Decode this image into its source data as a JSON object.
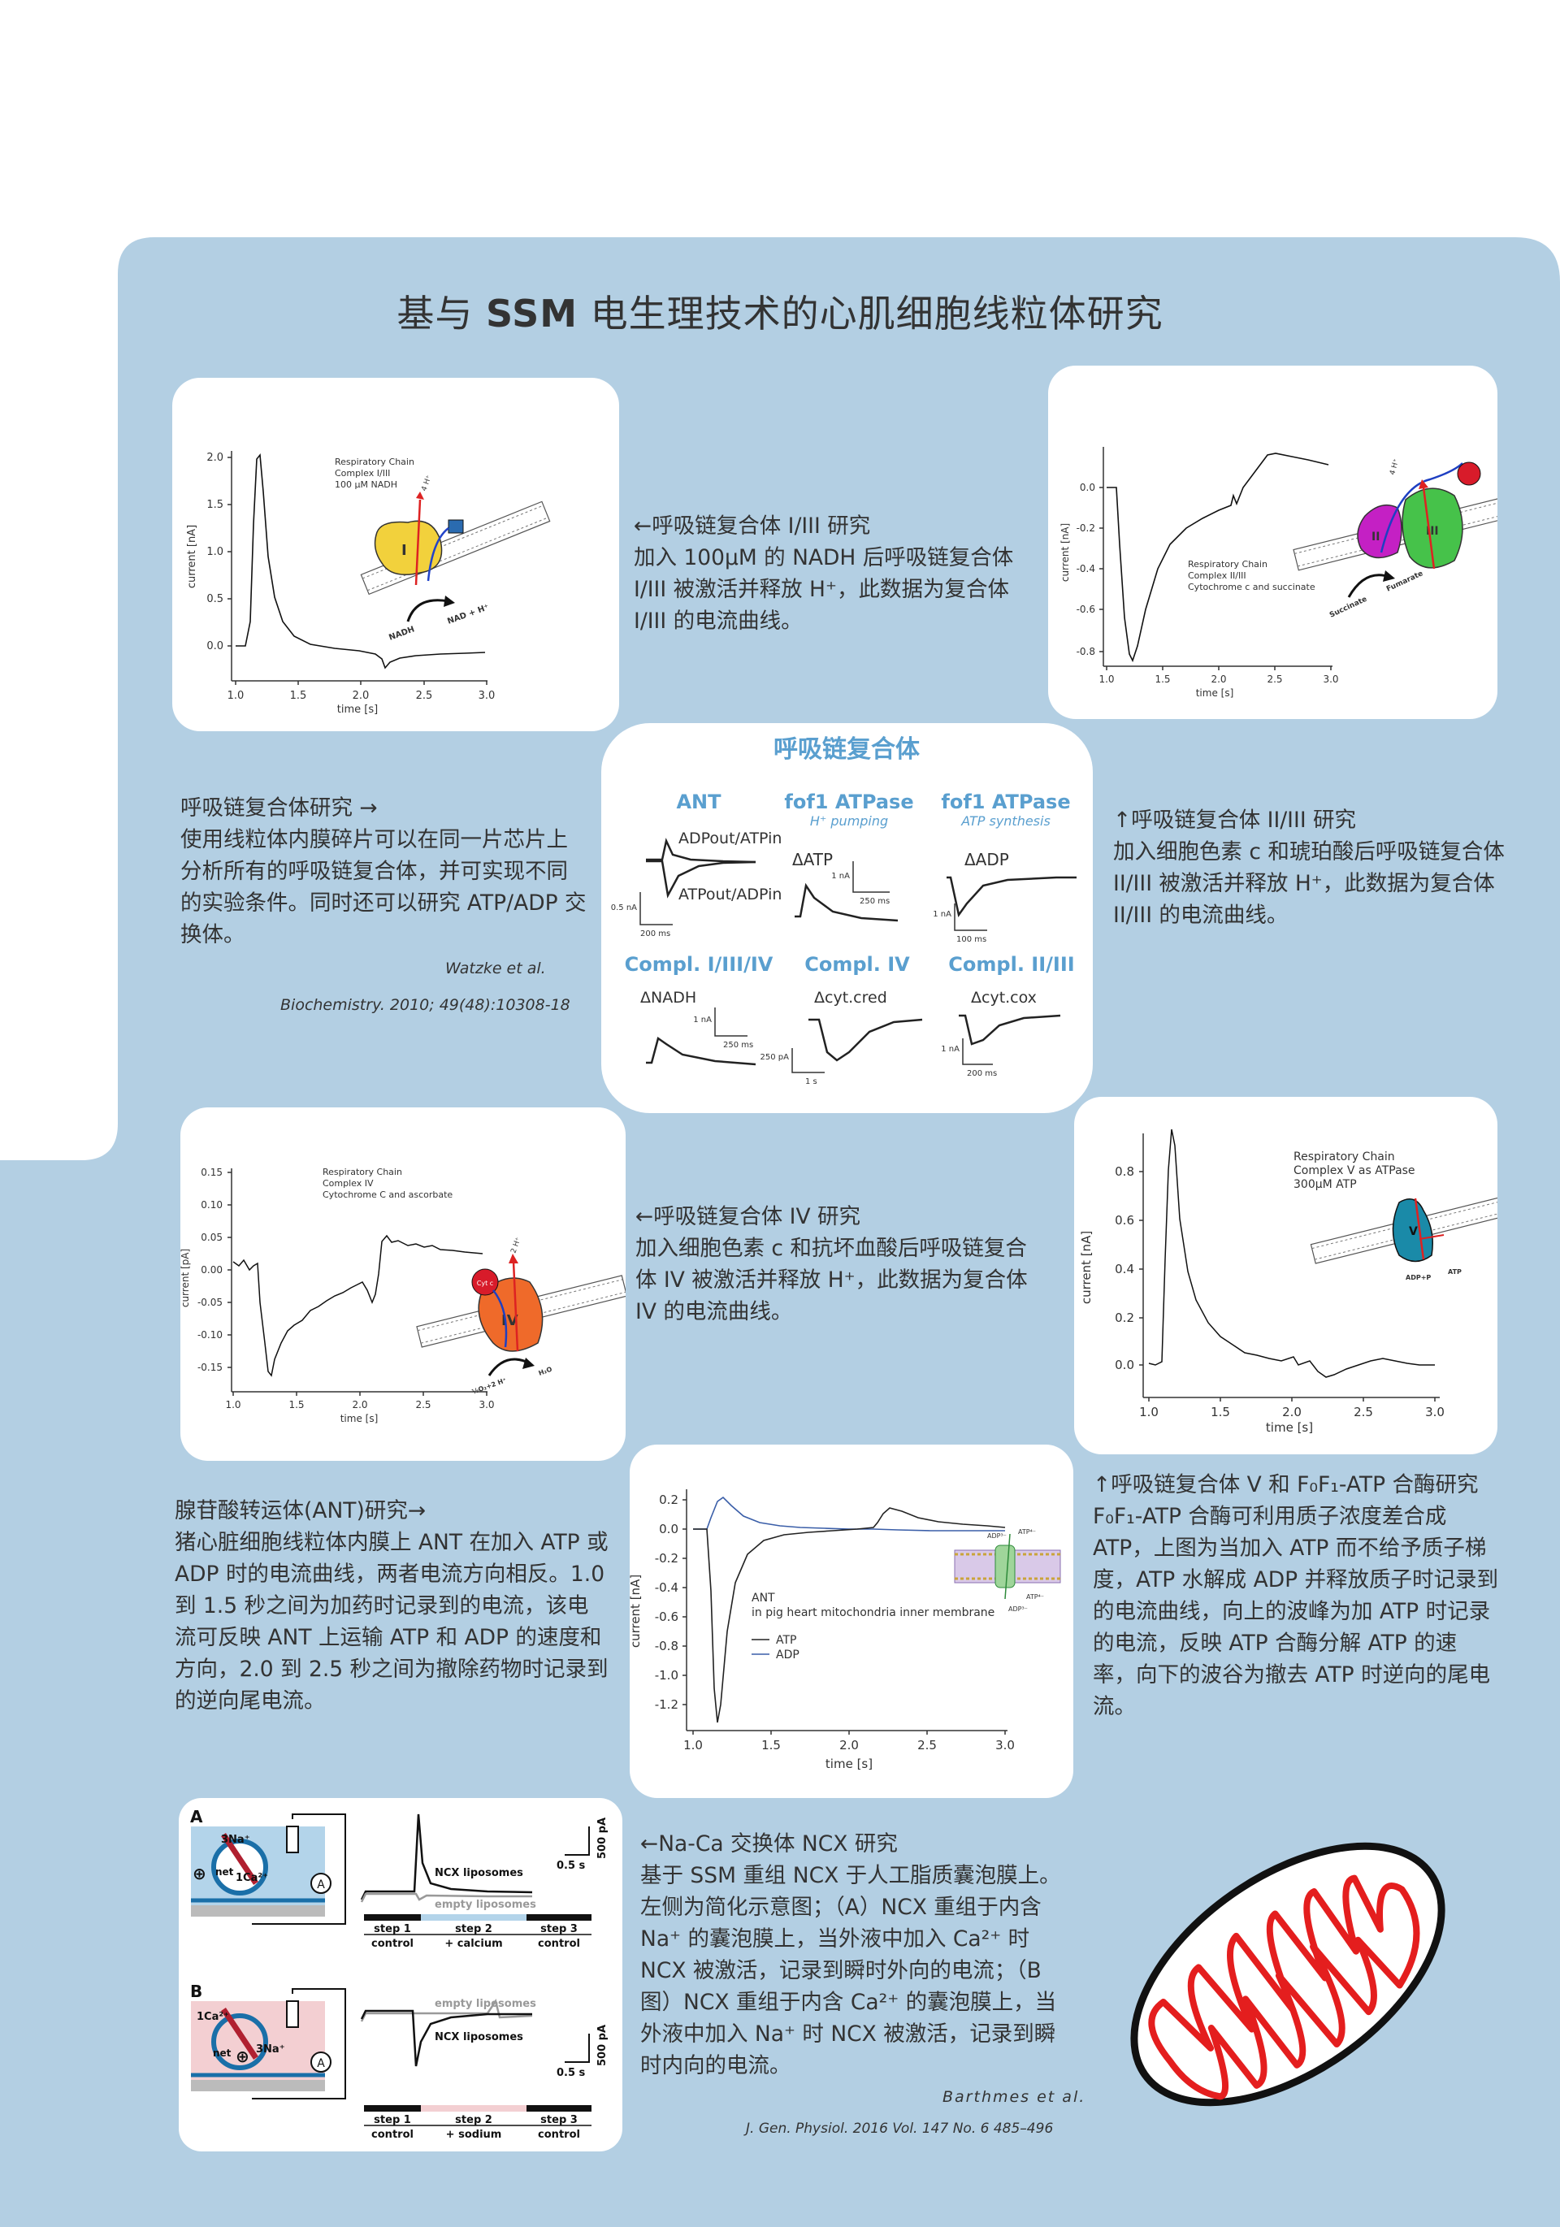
{
  "page": {
    "title_prefix": "基与",
    "title_bold": "SSM",
    "title_suffix": "电生理技术的心肌细胞线粒体研究"
  },
  "sections": {
    "complex13": {
      "heading": "←呼吸链复合体 I/III 研究",
      "body": "加入 100μM 的 NADH 后呼吸链复合体 I/III 被激活并释放 H⁺，此数据为复合体 I/III 的电流曲线。"
    },
    "overview": {
      "heading": "呼吸链复合体研究 →",
      "body": "使用线粒体内膜碎片可以在同一片芯片上 分析所有的呼吸链复合体，并可实现不同的实验条件。同时还可以研究 ATP/ADP 交换体。",
      "ref_author": "Watzke et al.",
      "ref_journal": "Biochemistry. 2010; 49(48):10308-18"
    },
    "complex23": {
      "heading": "↑呼吸链复合体 II/III 研究",
      "body": "加入细胞色素 c 和琥珀酸后呼吸链复合体 II/III 被激活并释放 H⁺，此数据为复合体 II/III 的电流曲线。"
    },
    "complex4": {
      "heading": "←呼吸链复合体 IV 研究",
      "body": "加入细胞色素 c 和抗坏血酸后呼吸链复合体 IV 被激活并释放 H⁺，此数据为复合体 IV 的电流曲线。"
    },
    "ant": {
      "heading": "腺苷酸转运体(ANT)研究→",
      "body": "猪心脏细胞线粒体内膜上 ANT 在加入 ATP 或 ADP 时的电流曲线，两者电流方向相反。1.0 到 1.5 秒之间为加药时记录到的电流，该电流可反映 ANT 上运输 ATP 和 ADP 的速度和方向，2.0 到 2.5 秒之间为撤除药物时记录到的逆向尾电流。"
    },
    "complex5": {
      "heading": "↑呼吸链复合体 V 和 F₀F₁-ATP 合酶研究",
      "body": "F₀F₁-ATP 合酶可利用质子浓度差合成 ATP，上图为当加入 ATP 而不给予质子梯度，ATP 水解成 ADP 并释放质子时记录到的电流曲线，向上的波峰为加 ATP 时记录的电流，反映 ATP 合酶分解 ATP 的速率，向下的波谷为撤去 ATP 时逆向的尾电流。"
    },
    "ncx": {
      "heading": "←Na-Ca 交换体 NCX 研究",
      "body": "基于 SSM 重组 NCX 于人工脂质囊泡膜上。左侧为简化示意图；（A）NCX 重组于内含 Na⁺ 的囊泡膜上，当外液中加入 Ca²⁺ 时 NCX 被激活，记录到瞬时外向的电流；（B 图）NCX 重组于内含 Ca²⁺ 的囊泡膜上，当外液中加入 Na⁺ 时 NCX 被激活，记录到瞬时内向的电流。",
      "ref_author": "Barthmes et al.",
      "ref_journal": "J. Gen. Physiol. 2016 Vol. 147 No. 6  485–496"
    }
  },
  "fig_c13": {
    "annotation": [
      "Respiratory Chain",
      "Complex I/III",
      "100 μM NADH"
    ],
    "ylabel": "current [nA]",
    "xlabel": "time [s]",
    "yticks": [
      "2.0",
      "1.5",
      "1.0",
      "0.5",
      "0.0"
    ],
    "xticks": [
      "1.0",
      "1.5",
      "2.0",
      "2.5",
      "3.0"
    ],
    "labels": {
      "complex": "I",
      "proton": "4 H⁺",
      "nadh": "NADH",
      "nad": "NAD + H⁺"
    }
  },
  "fig_c23": {
    "annotation": [
      "Respiratory Chain",
      "Complex II/III",
      "Cytochrome c and succinate"
    ],
    "ylabel": "current [nA]",
    "xlabel": "time [s]",
    "yticks": [
      "0.0",
      "-0.2",
      "-0.4",
      "-0.6",
      "-0.8"
    ],
    "xticks": [
      "1.0",
      "1.5",
      "2.0",
      "2.5",
      "3.0"
    ],
    "labels": {
      "c2": "II",
      "c3": "III",
      "proton": "4 H⁺",
      "succinate": "Succinate",
      "fumarate": "Fumarate"
    }
  },
  "fig_overview": {
    "title": "呼吸链复合体",
    "top_headers": [
      "ANT",
      "fof1 ATPase",
      "fof1 ATPase"
    ],
    "top_subs": [
      "",
      "H⁺ pumping",
      "ATP synthesis"
    ],
    "bottom_headers": [
      "Compl. I/III/IV",
      "Compl. IV",
      "Compl. II/III"
    ],
    "ant_labels": [
      "ADPout/ATPin",
      "ATPout/ADPin"
    ],
    "ant_scale": [
      "0.5 nA",
      "200 ms"
    ],
    "datp_label": "ΔATP",
    "datp_scale": [
      "1 nA",
      "250 ms"
    ],
    "dadp_label": "ΔADP",
    "dadp_scale": [
      "1 nA",
      "100 ms"
    ],
    "dnadh_label": "ΔNADH",
    "dnadh_scale": [
      "1 nA",
      "250 ms"
    ],
    "dcytred_label": "Δcyt.cred",
    "dcytred_scale": [
      "250 pA",
      "1 s"
    ],
    "dcytox_label": "Δcyt.cox",
    "dcytox_scale": [
      "1 nA",
      "200 ms"
    ]
  },
  "fig_c4": {
    "annotation": [
      "Respiratory Chain",
      "Complex IV",
      "Cytochrome C and ascorbate"
    ],
    "ylabel": "current [pA]",
    "xlabel": "time [s]",
    "yticks": [
      "0.15",
      "0.10",
      "0.05",
      "0.00",
      "-0.05",
      "-0.10",
      "-0.15"
    ],
    "xticks": [
      "1.0",
      "1.5",
      "2.0",
      "2.5",
      "3.0"
    ],
    "labels": {
      "complex": "IV",
      "proton": "2 H⁺",
      "cyt": "Cyt c",
      "o2": "½O₂+2 H⁺",
      "h2o": "H₂O"
    }
  },
  "fig_c5": {
    "annotation": [
      "Respiratory Chain",
      "Complex V as ATPase",
      "300μM ATP"
    ],
    "ylabel": "current [nA]",
    "xlabel": "time [s]",
    "yticks": [
      "0.8",
      "0.6",
      "0.4",
      "0.2",
      "0.0"
    ],
    "xticks": [
      "1.0",
      "1.5",
      "2.0",
      "2.5",
      "3.0"
    ],
    "labels": {
      "complex": "V",
      "adp": "ADP+P",
      "atp": "ATP"
    }
  },
  "fig_ant": {
    "annotation": [
      "ANT",
      "in pig heart mitochondria inner membrane"
    ],
    "ylabel": "current [nA]",
    "xlabel": "time [s]",
    "yticks": [
      "0.2",
      "0.0",
      "-0.2",
      "-0.4",
      "-0.6",
      "-0.8",
      "-1.0",
      "-1.2"
    ],
    "xticks": [
      "1.0",
      "1.5",
      "2.0",
      "2.5",
      "3.0"
    ],
    "legend": [
      "ATP",
      "ADP"
    ],
    "series_colors": {
      "ATP": "#222222",
      "ADP": "#3a5ea8"
    },
    "labels": {
      "adp_in": "ADP³⁻",
      "atp_in": "ATP⁴⁻",
      "atp_out": "ATP⁴⁻",
      "adp_out": "ADP³⁻"
    }
  },
  "fig_ncx": {
    "panel_a": {
      "letter": "A",
      "ion_top": "3Na⁺",
      "ion_bottom": "1Ca²⁺",
      "net": "net",
      "ncx_label": "NCX liposomes",
      "empty_label": "empty liposomes",
      "scale_y": "500 pA",
      "scale_x": "0.5 s",
      "steps": [
        "step 1",
        "step 2",
        "step 3"
      ],
      "conditions": [
        "control",
        "+ calcium",
        "control"
      ],
      "meter": "A"
    },
    "panel_b": {
      "letter": "B",
      "ion_top": "1Ca²⁺",
      "ion_bottom": "3Na⁺",
      "net": "net",
      "ncx_label": "NCX liposomes",
      "empty_label": "empty liposomes",
      "scale_y": "500 pA",
      "scale_x": "0.5 s",
      "steps": [
        "step 1",
        "step 2",
        "step 3"
      ],
      "conditions": [
        "control",
        "+ sodium",
        "control"
      ],
      "meter": "A"
    }
  },
  "colors": {
    "panel_bg": "#b3cfe3",
    "overview_blue": "#5a9fcf",
    "mito_red": "#e41e1e"
  }
}
